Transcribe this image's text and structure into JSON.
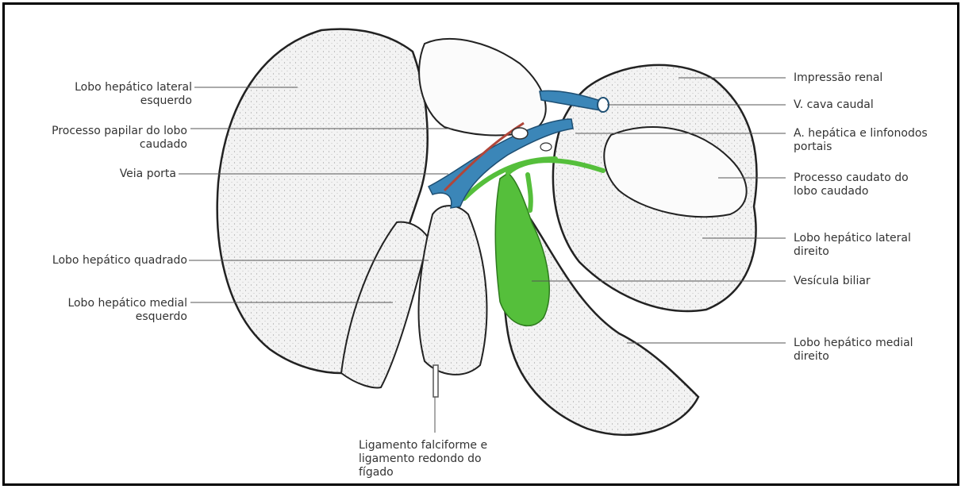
{
  "labels": {
    "lobo_lateral_esquerdo": [
      "Lobo hepático lateral",
      "esquerdo"
    ],
    "processo_papilar": [
      "Processo papilar do lobo",
      "caudado"
    ],
    "veia_porta": [
      "Veia porta"
    ],
    "lobo_quadrado": [
      "Lobo hepático quadrado"
    ],
    "lobo_medial_esquerdo": [
      "Lobo hepático medial",
      "esquerdo"
    ],
    "impressao_renal": [
      "Impressão renal"
    ],
    "v_cava_caudal": [
      "V. cava caudal"
    ],
    "a_hepatica": [
      "A. hepática e linfonodos",
      "portais"
    ],
    "processo_caudato": [
      "Processo caudato do",
      "lobo caudado"
    ],
    "lobo_lateral_direito": [
      "Lobo hepático lateral",
      "direito"
    ],
    "vesicula_biliar": [
      "Vesícula biliar"
    ],
    "lobo_medial_direito": [
      "Lobo hepático medial",
      "direito"
    ],
    "ligamento": [
      "Ligamento falciforme e",
      "ligamento redondo do",
      "fígado"
    ]
  },
  "colors": {
    "vein": "#3b86b8",
    "artery": "#b0463a",
    "gallbladder": "#55bf3b",
    "liver_fill": "#f1f1f1",
    "outline": "#222222"
  }
}
